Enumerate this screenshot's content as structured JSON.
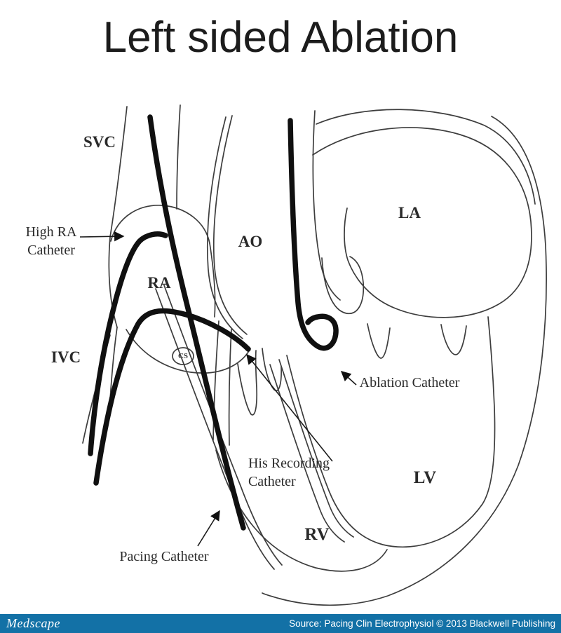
{
  "title": "Left sided Ablation",
  "diagram": {
    "chambers": {
      "svc": "SVC",
      "ra": "RA",
      "ivc": "IVC",
      "ao": "AO",
      "la": "LA",
      "lv": "LV",
      "rv": "RV",
      "cs": "CS"
    },
    "catheters": {
      "high_ra": {
        "line1": "High RA",
        "line2": "Catheter"
      },
      "ablation": "Ablation Catheter",
      "his": {
        "line1": "His Recording",
        "line2": "Catheter"
      },
      "pacing": "Pacing Catheter"
    }
  },
  "footer": {
    "brand": "Medscape",
    "source": "Source: Pacing Clin Electrophysiol © 2013 Blackwell Publishing"
  },
  "colors": {
    "background": "#ffffff",
    "ink": "#101010",
    "line": "#3d3d3d",
    "footer_bar": "#1371a6",
    "footer_text": "#ffffff"
  }
}
